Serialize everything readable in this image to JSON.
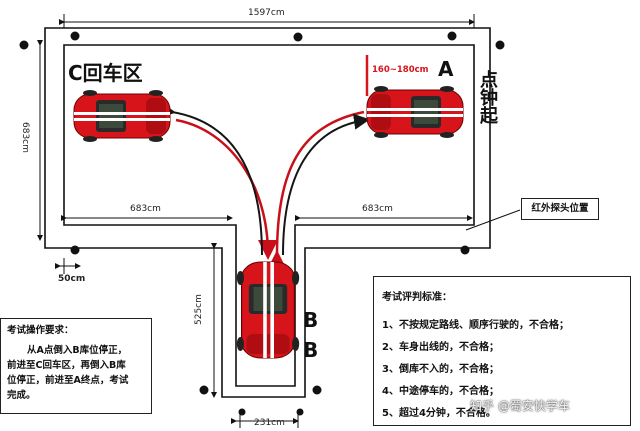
{
  "dimensions": {
    "top_width": "1597cm",
    "left_height": "683cm",
    "left_segment": "683cm",
    "right_segment": "683cm",
    "stub": "50cm",
    "b_depth": "525cm",
    "b_width": "231cm",
    "angle_range": "160~180cm"
  },
  "zones": {
    "c_zone": "C回车区",
    "a_point": "A",
    "start_label": "点钟起",
    "b_top": "B",
    "b_bottom": "B"
  },
  "sensor_label": "红外探头位置",
  "requirements": {
    "title": "考试操作要求：",
    "lines": [
      "从A点倒入B库位停正，",
      "前进至C回车区，再倒入B库",
      "位停正，前进至A终点，考试",
      "完成。"
    ]
  },
  "criteria": {
    "title": "考试评判标准：",
    "items": [
      "1、不按规定路线、顺序行驶的，不合格；",
      "2、车身出线的，不合格；",
      "3、倒库不入的，不合格；",
      "4、中途停车的，不合格；",
      "5、超过4分钟，不合格。"
    ]
  },
  "watermark": "知乎 @蜀安快学车",
  "colors": {
    "line": "#111111",
    "car_red": "#d8141b",
    "path_red": "#c8101a",
    "path_dark": "#151515"
  }
}
